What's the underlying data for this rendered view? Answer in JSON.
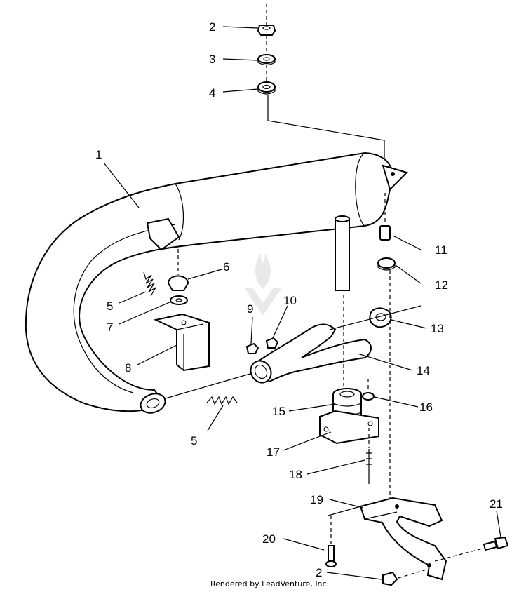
{
  "diagram": {
    "callouts": [
      {
        "id": "c2-top",
        "label": "2"
      },
      {
        "id": "c3",
        "label": "3"
      },
      {
        "id": "c4",
        "label": "4"
      },
      {
        "id": "c1",
        "label": "1"
      },
      {
        "id": "c6",
        "label": "6"
      },
      {
        "id": "c5-top",
        "label": "5"
      },
      {
        "id": "c7",
        "label": "7"
      },
      {
        "id": "c8",
        "label": "8"
      },
      {
        "id": "c9",
        "label": "9"
      },
      {
        "id": "c10",
        "label": "10"
      },
      {
        "id": "c11",
        "label": "11"
      },
      {
        "id": "c12",
        "label": "12"
      },
      {
        "id": "c13",
        "label": "13"
      },
      {
        "id": "c14",
        "label": "14"
      },
      {
        "id": "c15",
        "label": "15"
      },
      {
        "id": "c16",
        "label": "16"
      },
      {
        "id": "c17",
        "label": "17"
      },
      {
        "id": "c5-bottom",
        "label": "5"
      },
      {
        "id": "c18",
        "label": "18"
      },
      {
        "id": "c19",
        "label": "19"
      },
      {
        "id": "c21",
        "label": "21"
      },
      {
        "id": "c20",
        "label": "20"
      },
      {
        "id": "c2-bottom",
        "label": "2"
      }
    ],
    "footer": "Rendered by LeadVenture, Inc.",
    "watermark": "LEADVENTURE"
  }
}
